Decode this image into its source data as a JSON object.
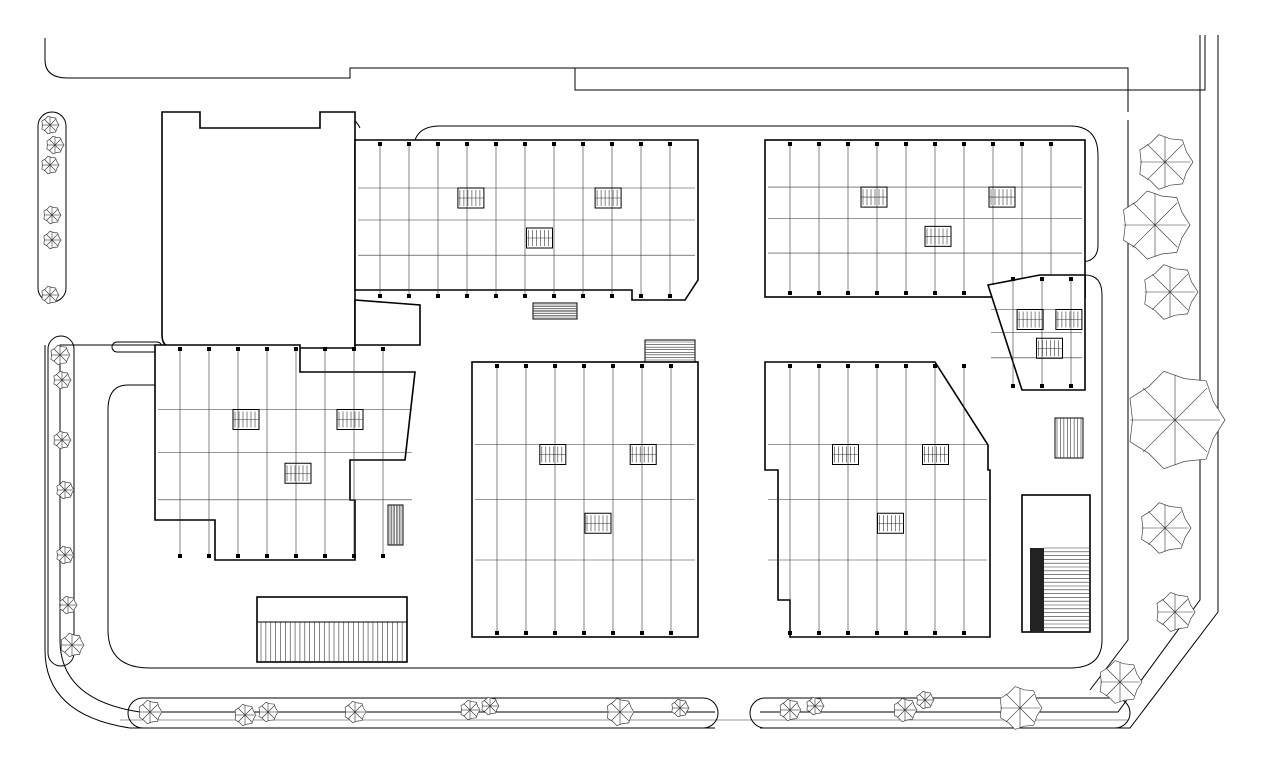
{
  "drawing": {
    "type": "site-plan",
    "colors": {
      "line": "#000000",
      "background": "#ffffff",
      "tree": "#444444"
    },
    "buildings": [
      "block-north-west",
      "block-north-east",
      "block-east-wing",
      "block-west",
      "block-center",
      "block-south-east",
      "tall-podium"
    ],
    "parking": [
      "parking-south-west",
      "parking-east"
    ]
  }
}
